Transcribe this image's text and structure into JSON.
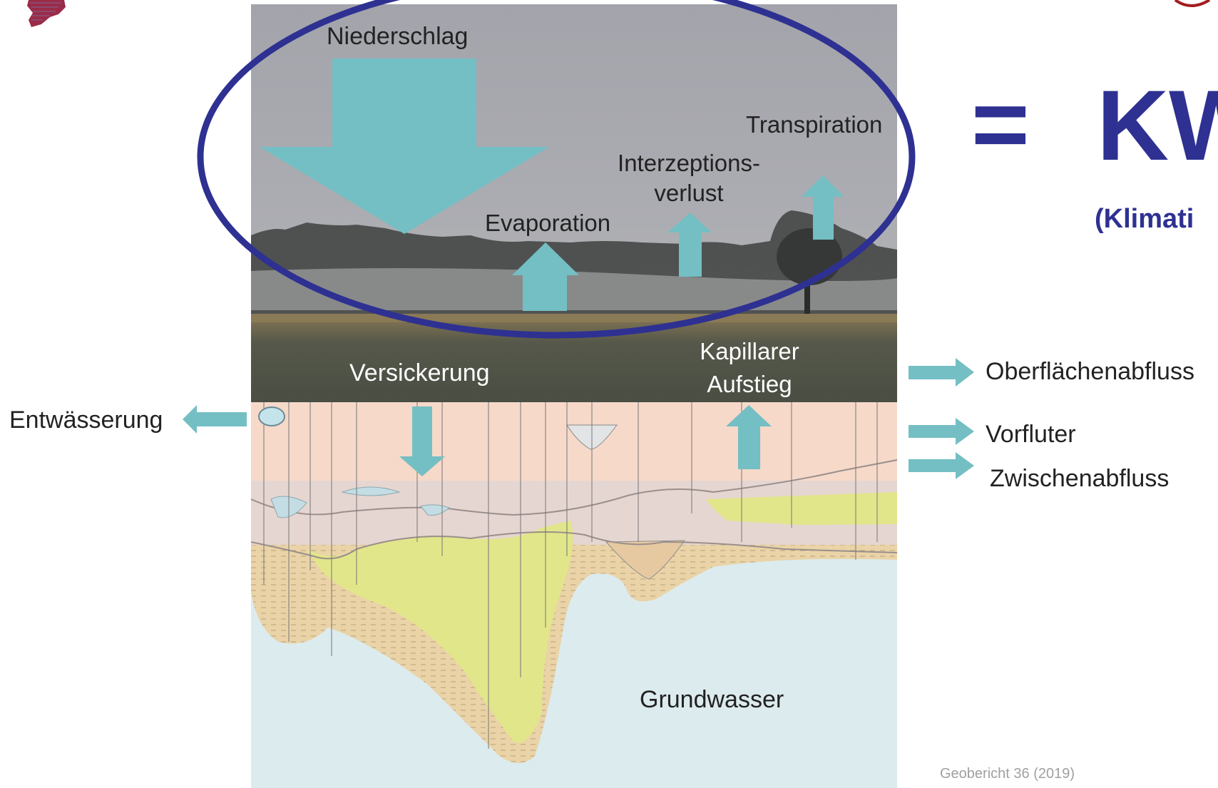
{
  "labels": {
    "niederschlag": "Niederschlag",
    "transpiration": "Transpiration",
    "interzeptions_line1": "Interzeptions-",
    "interzeptions_line2": "verlust",
    "evaporation": "Evaporation",
    "versickerung": "Versickerung",
    "kapillarer_line1": "Kapillarer",
    "kapillarer_line2": "Aufstieg",
    "entwaesserung": "Entwässerung",
    "oberflaechenabfluss": "Oberflächenabfluss",
    "vorfluter": "Vorfluter",
    "zwischenabfluss": "Zwischenabfluss",
    "grundwasser": "Grundwasser"
  },
  "headline": {
    "equals": "=",
    "title": "KW",
    "subtitle": "(Klimati"
  },
  "source": "Geobericht 36 (2019)",
  "colors": {
    "arrow": "#74bfc4",
    "ellipse": "#2e3192",
    "headline": "#2e3192",
    "sky": "#a6a7ad",
    "soil_top": "#f5d6c6",
    "aquifer_yellow": "#e4e88a",
    "groundwater": "#dcebee"
  }
}
